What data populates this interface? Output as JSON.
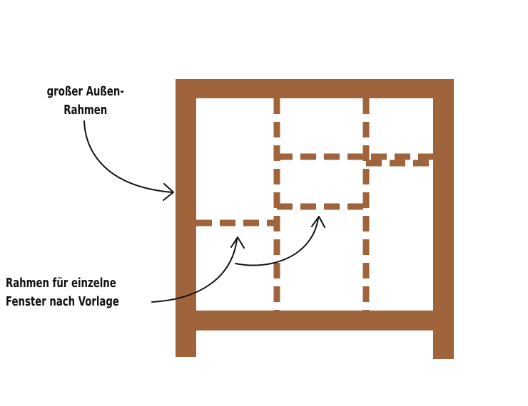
{
  "labels": {
    "outer_frame": [
      "großer Außen-",
      "Rahmen"
    ],
    "window_frames": [
      "Rahmen für einzelne",
      "Fenster nach Vorlage"
    ]
  },
  "colors": {
    "frame": "#a0643c",
    "text": "#111111",
    "arrow": "#111111",
    "background": "#ffffff"
  }
}
